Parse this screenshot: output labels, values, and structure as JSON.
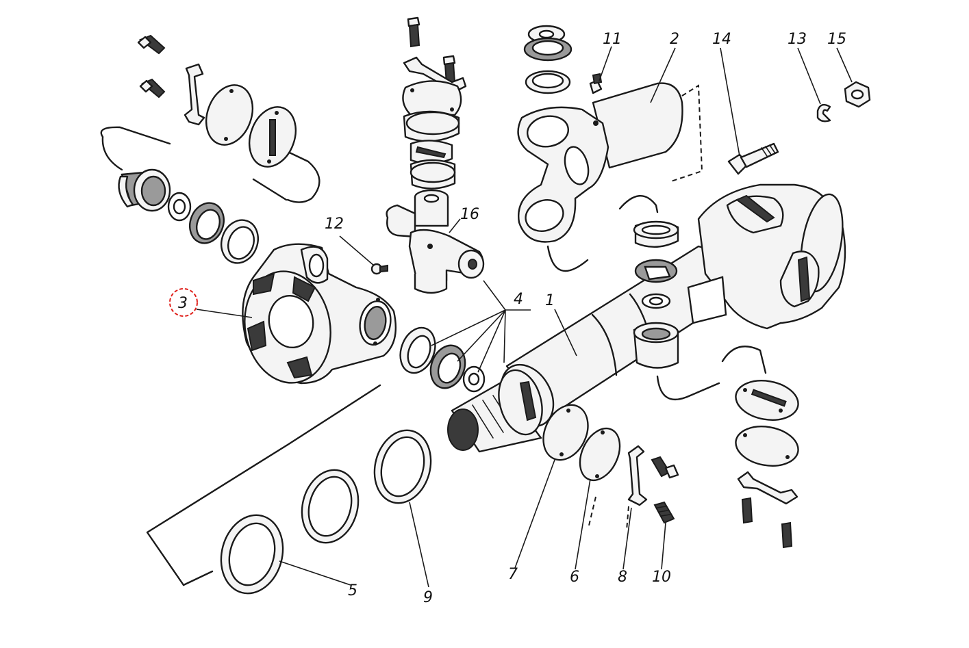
{
  "diagram": {
    "callouts": [
      {
        "id": "p1",
        "text": "1"
      },
      {
        "id": "p2",
        "text": "2"
      },
      {
        "id": "p3",
        "text": "3"
      },
      {
        "id": "p4",
        "text": "4"
      },
      {
        "id": "p5",
        "text": "5"
      },
      {
        "id": "p6",
        "text": "6"
      },
      {
        "id": "p7",
        "text": "7"
      },
      {
        "id": "p8",
        "text": "8"
      },
      {
        "id": "p9",
        "text": "9"
      },
      {
        "id": "p10",
        "text": "10"
      },
      {
        "id": "p11",
        "text": "11"
      },
      {
        "id": "p12",
        "text": "12"
      },
      {
        "id": "p13",
        "text": "13"
      },
      {
        "id": "p14",
        "text": "14"
      },
      {
        "id": "p15",
        "text": "15"
      },
      {
        "id": "p16",
        "text": "16"
      }
    ],
    "highlight_color": "#e0201b",
    "ink_color": "#1a1a1a"
  }
}
